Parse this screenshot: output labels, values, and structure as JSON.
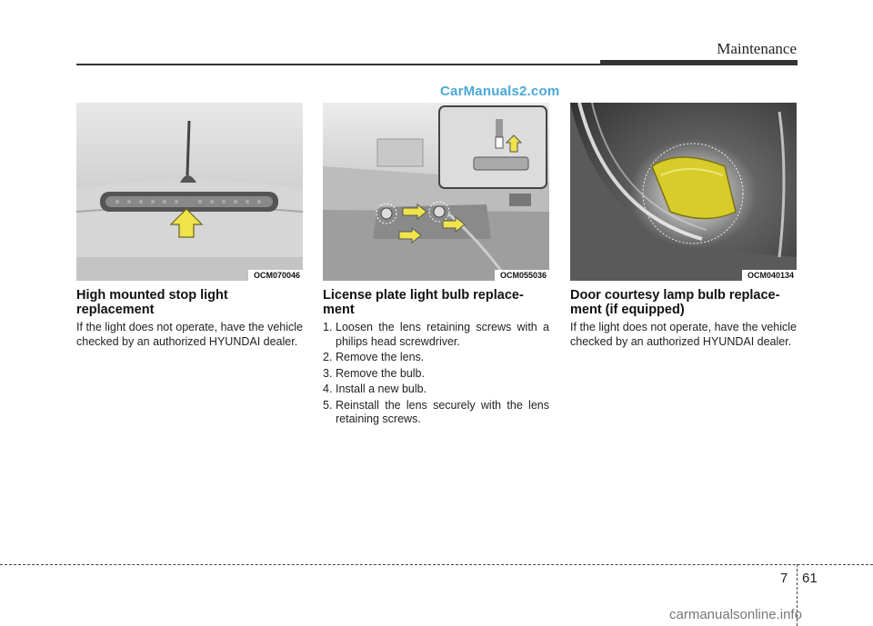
{
  "header": {
    "title": "Maintenance"
  },
  "watermark": "CarManuals2.com",
  "sections": [
    {
      "figure_code": "OCM070046",
      "title": "High mounted stop light replacement",
      "body": "If the light does not operate, have the vehicle checked by an authorized HYUNDAI dealer."
    },
    {
      "figure_code": "OCM055036",
      "title": "License plate light bulb replace-ment",
      "steps": [
        {
          "num": "1.",
          "text": "Loosen the lens retaining screws with a philips head screwdriver."
        },
        {
          "num": "2.",
          "text": "Remove the lens."
        },
        {
          "num": "3.",
          "text": "Remove the bulb."
        },
        {
          "num": "4.",
          "text": "Install a new bulb."
        },
        {
          "num": "5.",
          "text": "Reinstall the lens securely with the lens retaining screws."
        }
      ]
    },
    {
      "figure_code": "OCM040134",
      "title": "Door courtesy lamp bulb replace-ment (if equipped)",
      "body": "If the light does not operate, have the vehicle checked by an authorized HYUNDAI dealer."
    }
  ],
  "footer": {
    "chapter": "7",
    "page": "61",
    "site": "carmanualsonline.info"
  },
  "colors": {
    "arrow": "#f0e44a",
    "lamp": "#d8cc2a",
    "watermark": "#4aa8d8"
  }
}
